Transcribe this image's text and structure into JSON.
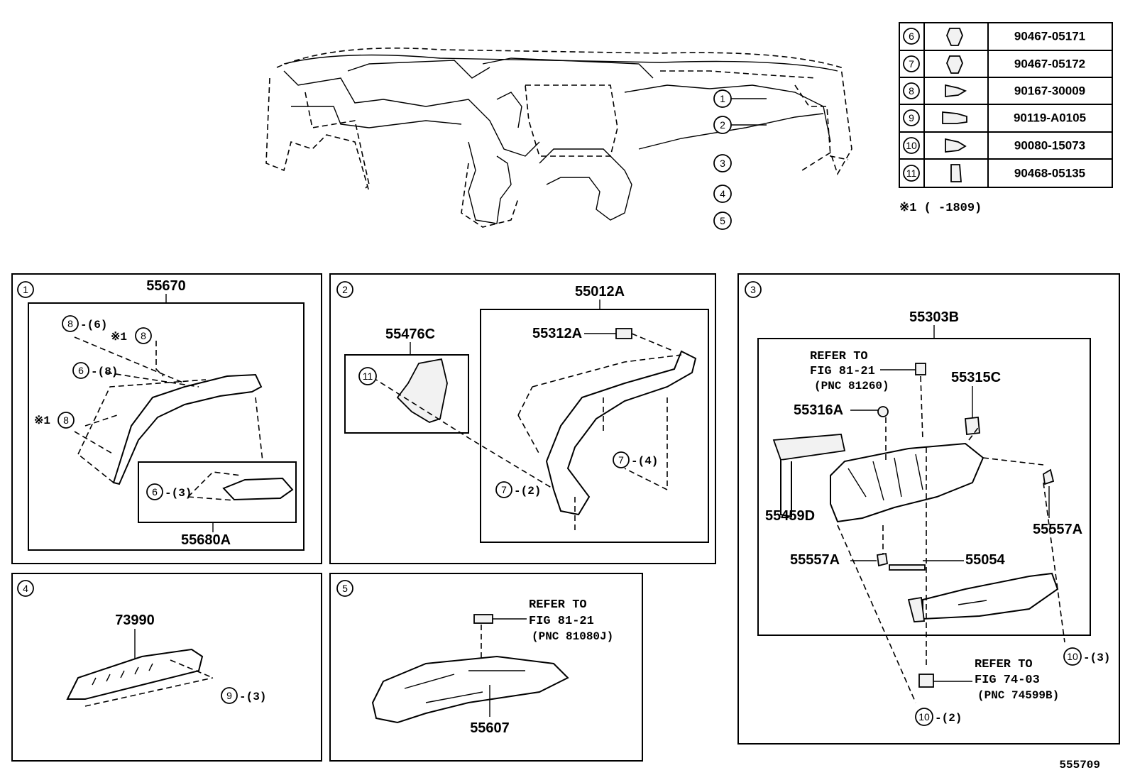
{
  "fastener_table": [
    {
      "ref": "6",
      "part_no": "90467-05171"
    },
    {
      "ref": "7",
      "part_no": "90467-05172"
    },
    {
      "ref": "8",
      "part_no": "90167-30009"
    },
    {
      "ref": "9",
      "part_no": "90119-A0105"
    },
    {
      "ref": "10",
      "part_no": "90080-15073"
    },
    {
      "ref": "11",
      "part_no": "90468-05135"
    }
  ],
  "note": "※1 (      -1809)",
  "overview_callouts": [
    "1",
    "2",
    "3",
    "4",
    "5"
  ],
  "panel1": {
    "index": "1",
    "assembly": "55670",
    "sub_part": "55680A",
    "callouts": [
      "8",
      "-(6)",
      "※1",
      "8",
      "6",
      "-(8)",
      "※1",
      "8",
      "6",
      "-(3)"
    ]
  },
  "panel2": {
    "index": "2",
    "assembly": "55012A",
    "part_a": "55476C",
    "part_b": "55312A",
    "callouts": [
      "11",
      "7",
      "-(2)",
      "7",
      "-(4)"
    ]
  },
  "panel3": {
    "index": "3",
    "assembly": "55303B",
    "refer1": [
      "REFER TO",
      "FIG 81-21",
      "(PNC 81260)"
    ],
    "parts": [
      "55316A",
      "55315C",
      "55459D",
      "55557A",
      "55557A",
      "55054"
    ],
    "refer2": [
      "REFER TO",
      "FIG 74-03",
      "(PNC 74599B)"
    ],
    "callouts": [
      "10",
      "-(3)",
      "10",
      "-(2)"
    ]
  },
  "panel4": {
    "index": "4",
    "assembly": "73990",
    "callouts": [
      "9",
      "-(3)"
    ]
  },
  "panel5": {
    "index": "5",
    "assembly": "55607",
    "refer": [
      "REFER TO",
      "FIG 81-21",
      "(PNC 81080J)"
    ]
  },
  "figure_id": "555709"
}
